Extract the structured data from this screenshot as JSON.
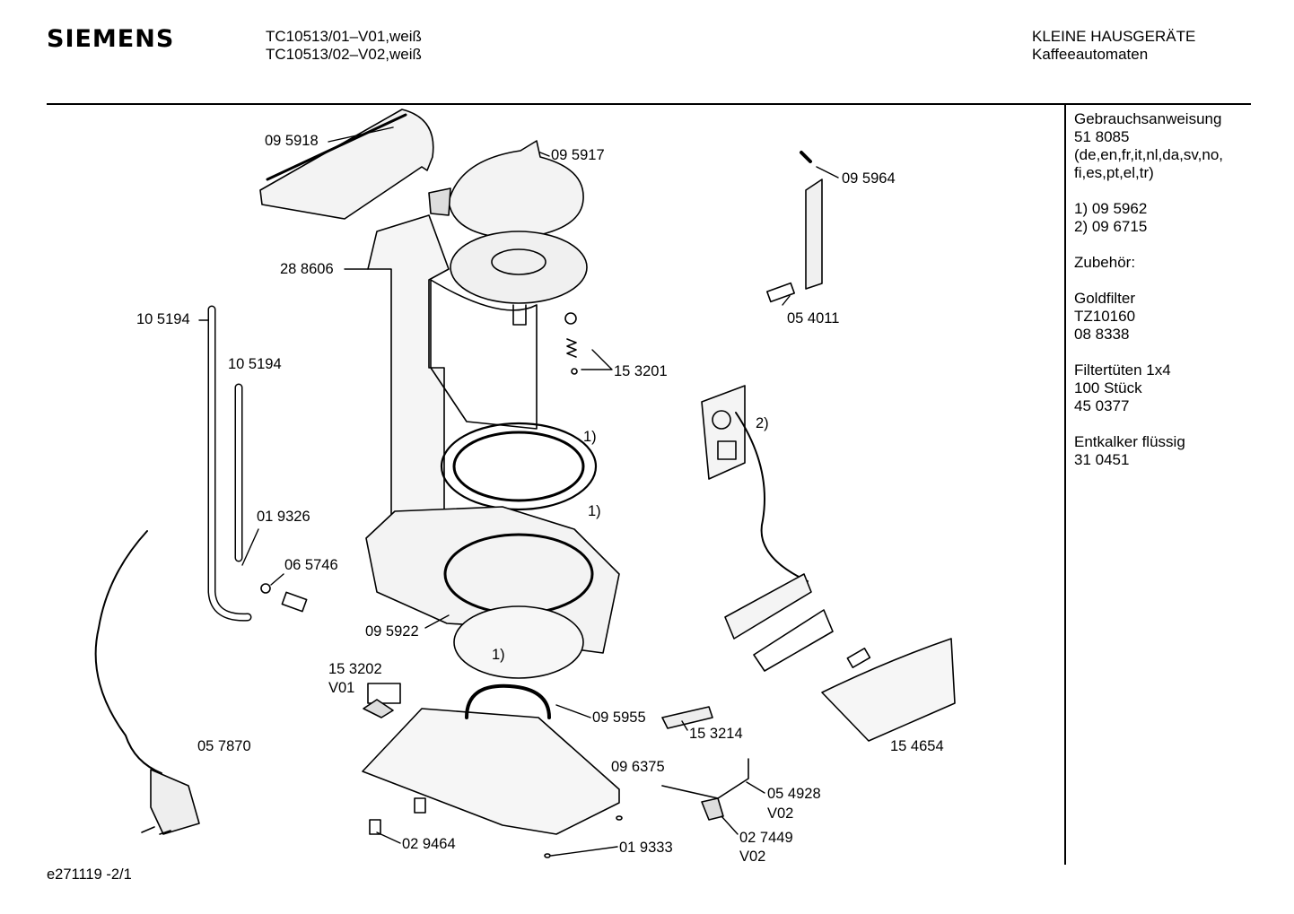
{
  "header": {
    "brand": "SIEMENS",
    "model_lines": [
      "TC10513/01–V01,weiß",
      "TC10513/02–V02,weiß"
    ],
    "category_lines": [
      "KLEINE HAUSGERÄTE",
      "Kaffeeautomaten"
    ]
  },
  "sidebar": {
    "blocks": [
      [
        "Gebrauchsanweisung",
        "51 8085",
        "(de,en,fr,it,nl,da,sv,no,",
        "fi,es,pt,el,tr)"
      ],
      [
        "1) 09 5962",
        "2) 09 6715"
      ],
      [
        "Zubehör:"
      ],
      [
        "Goldfilter",
        "TZ10160",
        "08 8338"
      ],
      [
        "Filtertüten 1x4",
        "100 Stück",
        "45 0377"
      ],
      [
        "Entkalker flüssig",
        "31 0451"
      ]
    ]
  },
  "parts": [
    "09 5918",
    "09 5917",
    "09 5964",
    "28 8606",
    "10 5194",
    "10 5194",
    "05 4011",
    "15 3201",
    "1)",
    "2)",
    "1)",
    "01 9326",
    "06 5746",
    "09 5922",
    "1)",
    "15 3202",
    "V01",
    "09 5955",
    "05 7870",
    "15 3214",
    "15 4654",
    "09 6375",
    "05 4928",
    "V02",
    "02 7449",
    "V02",
    "02 9464",
    "01 9333"
  ],
  "footer": {
    "code": "e271119 -2/1"
  }
}
